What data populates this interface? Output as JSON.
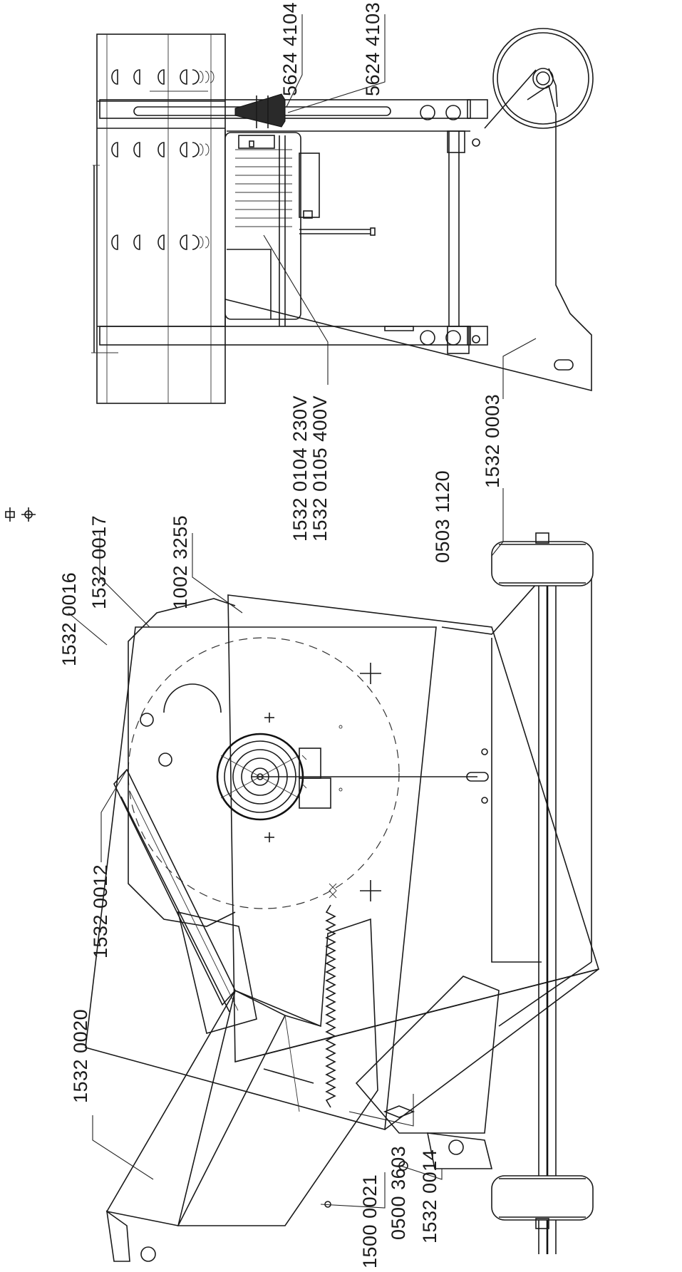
{
  "labels": {
    "p_5624_4104": "5624 4104",
    "p_5624_4103": "5624 4103",
    "p_motor_230": "1532 0104 230V",
    "p_motor_400": "1532 0105 400V",
    "p_1532_0003": "1532 0003",
    "p_0503_1120": "0503 1120",
    "p_1002_3255": "1002 3255",
    "p_1532_0017": "1532 0017",
    "p_1532_0016": "1532 0016",
    "p_1532_0012": "1532 0012",
    "p_1532_0020": "1532 0020",
    "p_1500_0021": "1500 0021",
    "p_0500_3603": "0500 3603",
    "p_1532_0014": "1532 0014"
  }
}
